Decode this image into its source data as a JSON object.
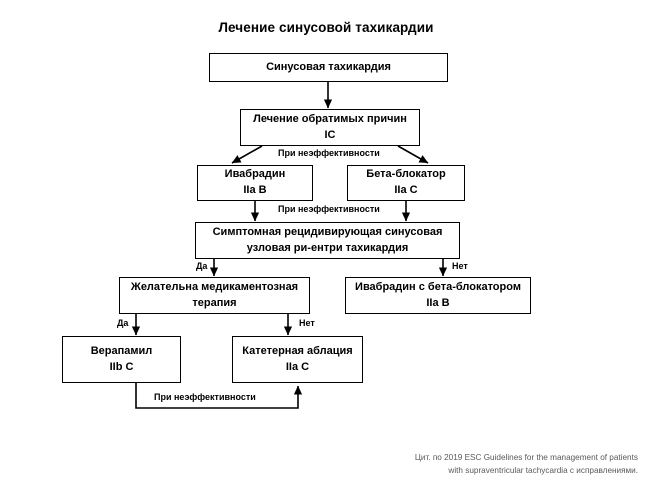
{
  "title": "Лечение синусовой тахикардии",
  "nodes": {
    "sinus_tachycardia": {
      "line1": "Синусовая тахикардия",
      "line2": ""
    },
    "reversible_causes": {
      "line1": "Лечение обратимых причин",
      "line2": "IC"
    },
    "ivabradine": {
      "line1": "Ивабрадин",
      "line2": "IIa B"
    },
    "beta_blocker": {
      "line1": "Бета-блокатор",
      "line2": "IIa C"
    },
    "symptomatic_recurrent": {
      "line1": "Симптомная рецидивирующая синусовая",
      "line2": "узловая ри-ентри тахикардия"
    },
    "drug_therapy_desired": {
      "line1": "Желательна медикаментозная",
      "line2": "терапия"
    },
    "ivabradine_with_bb": {
      "line1": "Ивабрадин с бета-блокатором",
      "line2": "IIa B"
    },
    "verapamil": {
      "line1": "Верапамил",
      "line2": "IIb C"
    },
    "catheter_ablation": {
      "line1": "Катетерная аблация",
      "line2": "IIa C"
    }
  },
  "edge_labels": {
    "ineffective_1": "При неэффективности",
    "ineffective_2": "При неэффективности",
    "yes_1": "Да",
    "no_1": "Нет",
    "yes_2": "Да",
    "no_2": "Нет",
    "ineffective_3": "При неэффективности"
  },
  "footer": {
    "line1": "Цит. по 2019 ESC Guidelines for the management of patients",
    "line2": "with supraventricular tachycardia с исправлениями."
  },
  "colors": {
    "background": "#ffffff",
    "stroke": "#000000",
    "text": "#000000",
    "footer_text": "#595959"
  }
}
